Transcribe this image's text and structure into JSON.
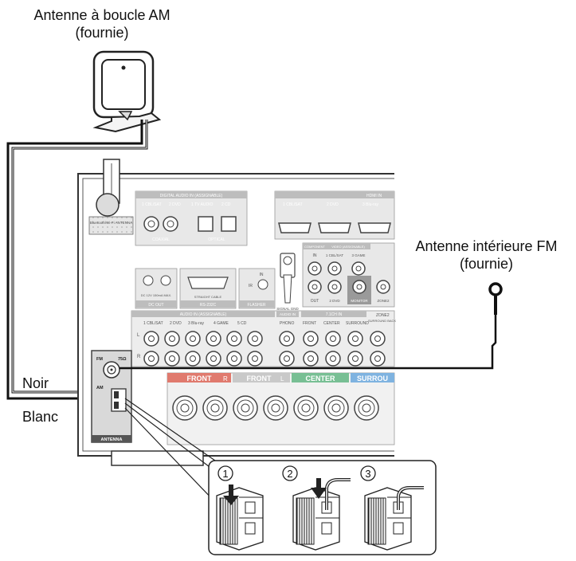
{
  "labels": {
    "am_antenna_line1": "Antenne à boucle AM",
    "am_antenna_line2": "(fournie)",
    "fm_antenna_line1": "Antenne intérieure FM",
    "fm_antenna_line2": "(fournie)",
    "wire_black": "Noir",
    "wire_white": "Blanc"
  },
  "panel": {
    "digital_audio_in": "DIGITAL AUDIO IN (ASSIGNABLE)",
    "digital_inputs": [
      "1 CBL/SAT",
      "2 DVD",
      "1 TV AUDIO",
      "2 CD"
    ],
    "coaxial": "COAXIAL",
    "optical": "OPTICAL",
    "hdmi_in": "HDMI IN",
    "hdmi_inputs": [
      "1 CBL/SAT",
      "2 DVD",
      "3 Blu-ray"
    ],
    "bluetooth_antenna": "Bluetooth/Wi-Fi ANTENNA",
    "dc_out": "DC OUT",
    "dc_out_spec": "DC 12V 150mA MAX.",
    "rs232c": "RS-232C",
    "straight_cable": "STRAIGHT CABLE",
    "ir": "IR",
    "ir_in": "IN",
    "flasher_in": "FLASHER",
    "signal_gnd": "SIGNAL GND",
    "component": "COMPONENT",
    "video_in": "IN",
    "video_out": "OUT",
    "video_assign": "VIDEO (ASSIGNABLE)",
    "video_inputs": [
      "1 CBL/SAT",
      "2 DVD",
      "3 GAME"
    ],
    "monitor": "MONITOR",
    "zone2": "ZONE2",
    "audio_in": "AUDIO IN (ASSIGNABLE)",
    "audio_inputs": [
      "1 CBL/SAT",
      "2 DVD",
      "3 Blu-ray",
      "4 GAME",
      "5 CD"
    ],
    "audio_in_phono": "AUDIO IN",
    "phono": "PHONO",
    "ch71_in": "7.1CH IN",
    "ch71_inputs": [
      "FRONT",
      "CENTER",
      "SURROUND",
      "SURROUND BACK"
    ],
    "zone2_right": "ZONE2",
    "fm_label": "FM",
    "fm_ohm": "75Ω",
    "am_label": "AM",
    "antenna": "ANTENNA",
    "speakers": [
      "FRONT",
      "FRONT",
      "CENTER",
      "SURROU"
    ],
    "speaker_marks": [
      "R",
      "L"
    ],
    "ch_marks": [
      "L",
      "R"
    ]
  },
  "steps": {
    "numbers": [
      "1",
      "2",
      "3"
    ]
  },
  "colors": {
    "front_r": "#e07a6e",
    "front_l": "#c9c9c9",
    "center": "#78bf94",
    "surround": "#7fb3e0",
    "panel_gray": "#d8d8d8",
    "strip_gray": "#bdbdbd"
  }
}
